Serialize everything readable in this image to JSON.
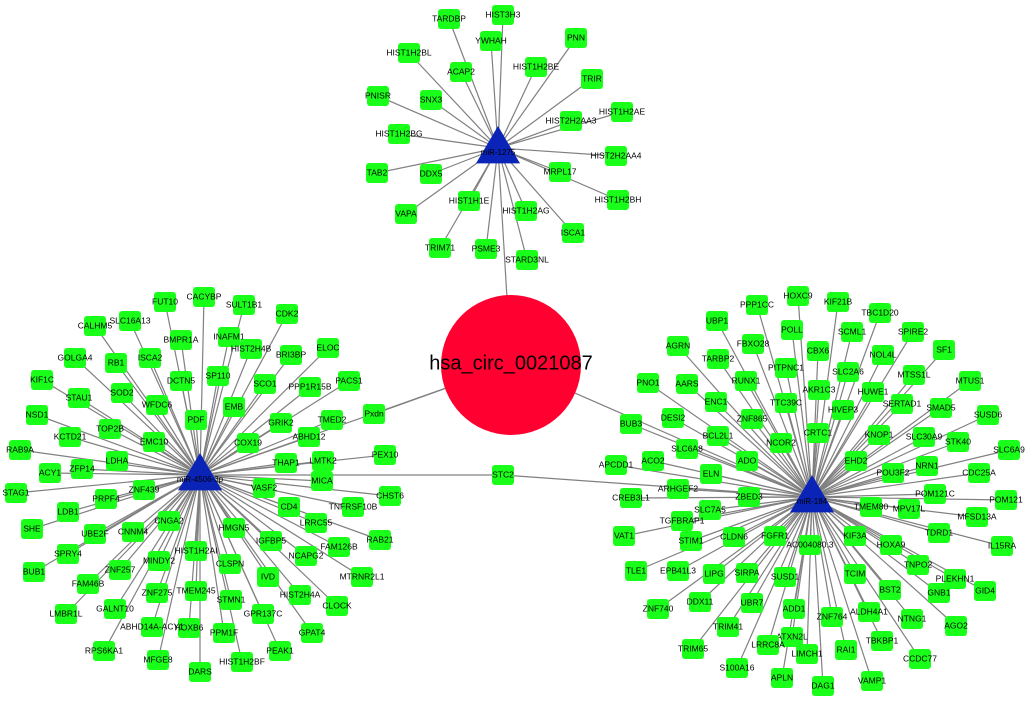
{
  "circ": {
    "label": "hsa_circ_0021087",
    "color": "#ff0030"
  },
  "colors": {
    "gene": "#19ff19",
    "mirna": "#0a24b8",
    "edge": "#808080"
  },
  "mirnas": [
    {
      "id": "m1",
      "label": "miR-1275"
    },
    {
      "id": "m2",
      "label": "miR-4506-3p"
    },
    {
      "id": "m3",
      "label": "miR-184"
    }
  ],
  "genes": [
    {
      "label": "TARDBP",
      "hub": "m1"
    },
    {
      "label": "HIST3H3",
      "hub": "m1"
    },
    {
      "label": "YWHAH",
      "hub": "m1"
    },
    {
      "label": "HIST1H2BL",
      "hub": "m1"
    },
    {
      "label": "PNN",
      "hub": "m1"
    },
    {
      "label": "ACAP2",
      "hub": "m1"
    },
    {
      "label": "HIST1H2BE",
      "hub": "m1"
    },
    {
      "label": "TRIR",
      "hub": "m1"
    },
    {
      "label": "PNISR",
      "hub": "m1"
    },
    {
      "label": "SNX3",
      "hub": "m1"
    },
    {
      "label": "HIST1H2AE",
      "hub": "m1"
    },
    {
      "label": "HIST2H2AA3",
      "hub": "m1"
    },
    {
      "label": "HIST1H2BG",
      "hub": "m1"
    },
    {
      "label": "HIST2H2AA4",
      "hub": "m1"
    },
    {
      "label": "TAB2",
      "hub": "m1"
    },
    {
      "label": "DDX5",
      "hub": "m1"
    },
    {
      "label": "MRPL17",
      "hub": "m1"
    },
    {
      "label": "HIST1H2BH",
      "hub": "m1"
    },
    {
      "label": "HIST1H1E",
      "hub": "m1"
    },
    {
      "label": "VAPA",
      "hub": "m1"
    },
    {
      "label": "HIST1H2AG",
      "hub": "m1"
    },
    {
      "label": "ISCA1",
      "hub": "m1"
    },
    {
      "label": "TRIM71",
      "hub": "m1"
    },
    {
      "label": "PSME3",
      "hub": "m1"
    },
    {
      "label": "STARD3NL",
      "hub": "m1"
    },
    {
      "label": "FUT10",
      "hub": "m2"
    },
    {
      "label": "CACYBP",
      "hub": "m2"
    },
    {
      "label": "SULT1B1",
      "hub": "m2"
    },
    {
      "label": "SLC16A13",
      "hub": "m2"
    },
    {
      "label": "CDK2",
      "hub": "m2"
    },
    {
      "label": "CALHM5",
      "hub": "m2"
    },
    {
      "label": "BMPR1A",
      "hub": "m2"
    },
    {
      "label": "INAFM1",
      "hub": "m2"
    },
    {
      "label": "HIST2H4B",
      "hub": "m2"
    },
    {
      "label": "BRI3BP",
      "hub": "m2"
    },
    {
      "label": "ELOC",
      "hub": "m2"
    },
    {
      "label": "RB1",
      "hub": "m2"
    },
    {
      "label": "ISCA2",
      "hub": "m2"
    },
    {
      "label": "GOLGA4",
      "hub": "m2"
    },
    {
      "label": "SP110",
      "hub": "m2"
    },
    {
      "label": "PPP1R15B",
      "hub": "m2"
    },
    {
      "label": "DCTN5",
      "hub": "m2"
    },
    {
      "label": "SOD2",
      "hub": "m2"
    },
    {
      "label": "PACS1",
      "hub": "m2"
    },
    {
      "label": "KIF1C",
      "hub": "m2"
    },
    {
      "label": "SCO1",
      "hub": "m2"
    },
    {
      "label": "STAU1",
      "hub": "m2"
    },
    {
      "label": "EMB",
      "hub": "m2"
    },
    {
      "label": "WFDC6",
      "hub": "m2"
    },
    {
      "label": "NSD1",
      "hub": "m2"
    },
    {
      "label": "PDF",
      "hub": "m2"
    },
    {
      "label": "GRIK2",
      "hub": "m2"
    },
    {
      "label": "TMED2",
      "hub": "m2"
    },
    {
      "label": "KCTD21",
      "hub": "m2"
    },
    {
      "label": "TOP2B",
      "hub": "m2"
    },
    {
      "label": "ABHD12",
      "hub": "m2"
    },
    {
      "label": "COX19",
      "hub": "m2"
    },
    {
      "label": "EMC10",
      "hub": "m2"
    },
    {
      "label": "RAB9A",
      "hub": "m2"
    },
    {
      "label": "PEX10",
      "hub": "m2"
    },
    {
      "label": "LDHA",
      "hub": "m2"
    },
    {
      "label": "THAP1",
      "hub": "m2"
    },
    {
      "label": "LMTK2",
      "hub": "m2"
    },
    {
      "label": "ACY1",
      "hub": "m2"
    },
    {
      "label": "ZFP14",
      "hub": "m2"
    },
    {
      "label": "MICA",
      "hub": "m2"
    },
    {
      "label": "ZNF439",
      "hub": "m2"
    },
    {
      "label": "VASF2",
      "hub": "m2"
    },
    {
      "label": "STAG1",
      "hub": "m2"
    },
    {
      "label": "CHST6",
      "hub": "m2"
    },
    {
      "label": "PRPF4",
      "hub": "m2"
    },
    {
      "label": "CD4",
      "hub": "m2"
    },
    {
      "label": "TNFRSF10B",
      "hub": "m2"
    },
    {
      "label": "LDB1",
      "hub": "m2"
    },
    {
      "label": "LRRC55",
      "hub": "m2"
    },
    {
      "label": "SHE",
      "hub": "m2"
    },
    {
      "label": "UBE2F",
      "hub": "m2"
    },
    {
      "label": "CNNM4",
      "hub": "m2"
    },
    {
      "label": "CNGA2",
      "hub": "m2"
    },
    {
      "label": "HMGN5",
      "hub": "m2"
    },
    {
      "label": "RAB21",
      "hub": "m2"
    },
    {
      "label": "IGFBP5",
      "hub": "m2"
    },
    {
      "label": "SPRY4",
      "hub": "m2"
    },
    {
      "label": "FAM126B",
      "hub": "m2"
    },
    {
      "label": "NCAPG2",
      "hub": "m2"
    },
    {
      "label": "ZNF257",
      "hub": "m2"
    },
    {
      "label": "MINDY2",
      "hub": "m2"
    },
    {
      "label": "HIST1H2AI",
      "hub": "m2"
    },
    {
      "label": "BUB1",
      "hub": "m2"
    },
    {
      "label": "CLSPN",
      "hub": "m2"
    },
    {
      "label": "MTRNR2L1",
      "hub": "m2"
    },
    {
      "label": "IVD",
      "hub": "m2"
    },
    {
      "label": "FAM46B",
      "hub": "m2"
    },
    {
      "label": "ZNF275",
      "hub": "m2"
    },
    {
      "label": "TMEM245",
      "hub": "m2"
    },
    {
      "label": "HIST2H4A",
      "hub": "m2"
    },
    {
      "label": "CLOCK",
      "hub": "m2"
    },
    {
      "label": "STMN1",
      "hub": "m2"
    },
    {
      "label": "LMBR1L",
      "hub": "m2"
    },
    {
      "label": "GALNT10",
      "hub": "m2"
    },
    {
      "label": "GPR137C",
      "hub": "m2"
    },
    {
      "label": "HOXB6",
      "hub": "m2"
    },
    {
      "label": "GPAT4",
      "hub": "m2"
    },
    {
      "label": "ABHD14A-ACY1",
      "hub": "m2"
    },
    {
      "label": "PPM1F",
      "hub": "m2"
    },
    {
      "label": "RPS6KA1",
      "hub": "m2"
    },
    {
      "label": "PEAK1",
      "hub": "m2"
    },
    {
      "label": "MFGE8",
      "hub": "m2"
    },
    {
      "label": "HIST1H2BF",
      "hub": "m2"
    },
    {
      "label": "DARS",
      "hub": "m2"
    },
    {
      "label": "Pxdn",
      "hub": "circ"
    },
    {
      "label": "HOXC9",
      "hub": "m3"
    },
    {
      "label": "PPP1CC",
      "hub": "m3"
    },
    {
      "label": "KIF21B",
      "hub": "m3"
    },
    {
      "label": "TBC1D20",
      "hub": "m3"
    },
    {
      "label": "UBP1",
      "hub": "m3"
    },
    {
      "label": "POLL",
      "hub": "m3"
    },
    {
      "label": "SCML1",
      "hub": "m3"
    },
    {
      "label": "SPIRE2",
      "hub": "m3"
    },
    {
      "label": "AGRN",
      "hub": "m3"
    },
    {
      "label": "FBXO28",
      "hub": "m3"
    },
    {
      "label": "CBX6",
      "hub": "m3"
    },
    {
      "label": "NOL4L",
      "hub": "m3"
    },
    {
      "label": "SF1",
      "hub": "m3"
    },
    {
      "label": "TARBP2",
      "hub": "m3"
    },
    {
      "label": "PITPNC1",
      "hub": "m3"
    },
    {
      "label": "SLC2A6",
      "hub": "m3"
    },
    {
      "label": "MTSS1L",
      "hub": "m3"
    },
    {
      "label": "PNO1",
      "hub": "m3"
    },
    {
      "label": "AARS",
      "hub": "m3"
    },
    {
      "label": "RUNX1",
      "hub": "m3"
    },
    {
      "label": "AKR1C3",
      "hub": "m3"
    },
    {
      "label": "HUWE1",
      "hub": "m3"
    },
    {
      "label": "MTUS1",
      "hub": "m3"
    },
    {
      "label": "ENC1",
      "hub": "m3"
    },
    {
      "label": "TTC39C",
      "hub": "m3"
    },
    {
      "label": "SERTAD1",
      "hub": "m3"
    },
    {
      "label": "SMAD5",
      "hub": "m3"
    },
    {
      "label": "SUSD6",
      "hub": "m3"
    },
    {
      "label": "BUB3",
      "hub": "m3"
    },
    {
      "label": "DESI2",
      "hub": "m3"
    },
    {
      "label": "ZNF865",
      "hub": "m3"
    },
    {
      "label": "HIVEP3",
      "hub": "m3"
    },
    {
      "label": "BCL2L1",
      "hub": "m3"
    },
    {
      "label": "KNOP1",
      "hub": "m3"
    },
    {
      "label": "SLC30A9",
      "hub": "m3"
    },
    {
      "label": "NCOR2",
      "hub": "m3"
    },
    {
      "label": "CRTC1",
      "hub": "m3"
    },
    {
      "label": "STK40",
      "hub": "m3"
    },
    {
      "label": "SLC6A9",
      "hub": "m3"
    },
    {
      "label": "SLC6A8",
      "hub": "m3"
    },
    {
      "label": "EHD2",
      "hub": "m3"
    },
    {
      "label": "APCDD1",
      "hub": "m3"
    },
    {
      "label": "ACO2",
      "hub": "m3"
    },
    {
      "label": "ADO",
      "hub": "m3"
    },
    {
      "label": "NRN1",
      "hub": "m3"
    },
    {
      "label": "CDC25A",
      "hub": "m3"
    },
    {
      "label": "ELN",
      "hub": "m3"
    },
    {
      "label": "POU3F2",
      "hub": "m3"
    },
    {
      "label": "CREB3L1",
      "hub": "m3"
    },
    {
      "label": "ARHGEF2",
      "hub": "m3"
    },
    {
      "label": "ZBED3",
      "hub": "m3"
    },
    {
      "label": "POM121C",
      "hub": "m3"
    },
    {
      "label": "POM121",
      "hub": "m3"
    },
    {
      "label": "SLC7A5",
      "hub": "m3"
    },
    {
      "label": "TMEM80",
      "hub": "m3"
    },
    {
      "label": "MPV17L",
      "hub": "m3"
    },
    {
      "label": "MFSD13A",
      "hub": "m3"
    },
    {
      "label": "VAT1",
      "hub": "m3"
    },
    {
      "label": "TGFBRAP1",
      "hub": "m3"
    },
    {
      "label": "CLDN6",
      "hub": "m3"
    },
    {
      "label": "AC004080.3",
      "hub": "m3"
    },
    {
      "label": "STIM1",
      "hub": "m3"
    },
    {
      "label": "FGFR1",
      "hub": "m3"
    },
    {
      "label": "KIF3A",
      "hub": "m3"
    },
    {
      "label": "HOXA9",
      "hub": "m3"
    },
    {
      "label": "TDRD1",
      "hub": "m3"
    },
    {
      "label": "IL15RA",
      "hub": "m3"
    },
    {
      "label": "TLE1",
      "hub": "m3"
    },
    {
      "label": "EPB41L3",
      "hub": "m3"
    },
    {
      "label": "LIPG",
      "hub": "m3"
    },
    {
      "label": "SIRPA",
      "hub": "m3"
    },
    {
      "label": "TCIM",
      "hub": "m3"
    },
    {
      "label": "TNPO2",
      "hub": "m3"
    },
    {
      "label": "PLEKHN1",
      "hub": "m3"
    },
    {
      "label": "SUSD1",
      "hub": "m3"
    },
    {
      "label": "BST2",
      "hub": "m3"
    },
    {
      "label": "GNB1",
      "hub": "m3"
    },
    {
      "label": "ZNF740",
      "hub": "m3"
    },
    {
      "label": "DDX11",
      "hub": "m3"
    },
    {
      "label": "UBR7",
      "hub": "m3"
    },
    {
      "label": "ADD1",
      "hub": "m3"
    },
    {
      "label": "ALDH4A1",
      "hub": "m3"
    },
    {
      "label": "GID4",
      "hub": "m3"
    },
    {
      "label": "ATXN2L",
      "hub": "m3"
    },
    {
      "label": "ZNF764",
      "hub": "m3"
    },
    {
      "label": "NTNG1",
      "hub": "m3"
    },
    {
      "label": "TRIM41",
      "hub": "m3"
    },
    {
      "label": "AGO2",
      "hub": "m3"
    },
    {
      "label": "TBKBP1",
      "hub": "m3"
    },
    {
      "label": "LRRC8A",
      "hub": "m3"
    },
    {
      "label": "RAI1",
      "hub": "m3"
    },
    {
      "label": "TRIM65",
      "hub": "m3"
    },
    {
      "label": "LIMCH1",
      "hub": "m3"
    },
    {
      "label": "CCDC77",
      "hub": "m3"
    },
    {
      "label": "S100A16",
      "hub": "m3"
    },
    {
      "label": "APLN",
      "hub": "m3"
    },
    {
      "label": "DAG1",
      "hub": "m3"
    },
    {
      "label": "VAMP1",
      "hub": "m3"
    },
    {
      "label": "STC2",
      "hub": "m2+m3"
    }
  ]
}
